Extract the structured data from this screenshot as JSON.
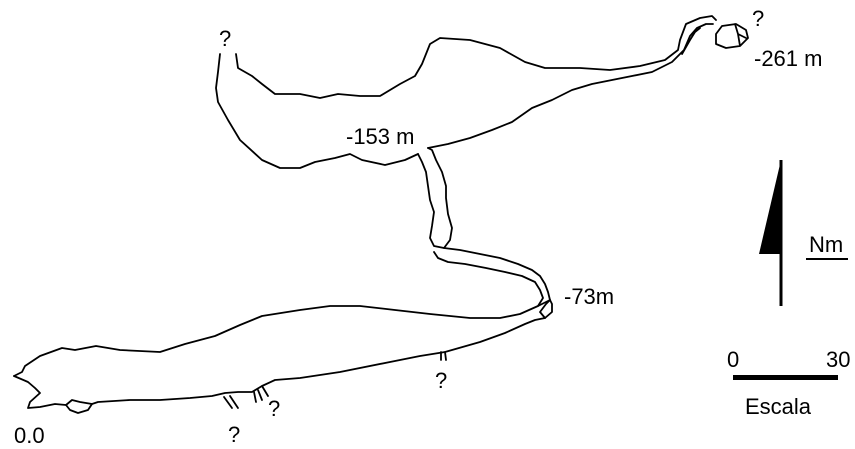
{
  "depth_labels": {
    "entrance": "0.0",
    "upper_level": "-73m",
    "middle_level": "-153 m",
    "bottom": "-261 m"
  },
  "unexplored_marker": "?",
  "north_label": "Nm",
  "scale": {
    "start": "0",
    "end": "30",
    "caption": "Escala"
  },
  "colors": {
    "ink": "#000000",
    "background": "#ffffff"
  }
}
